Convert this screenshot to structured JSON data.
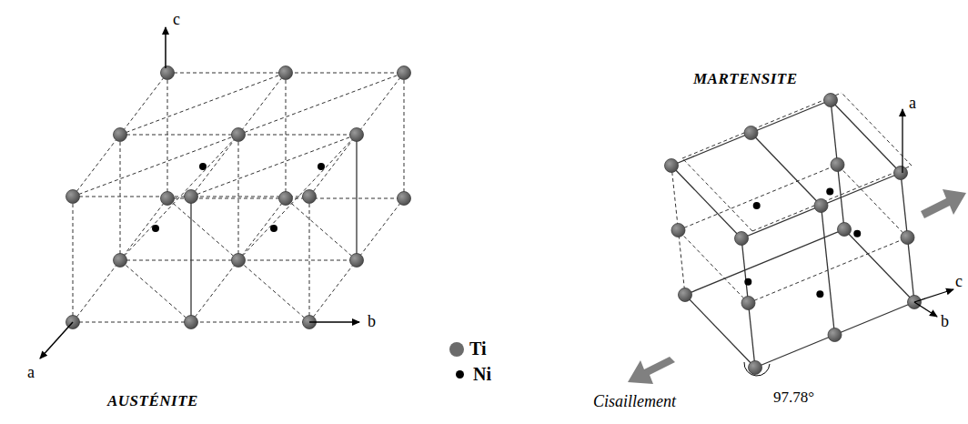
{
  "diagram": {
    "labels": [
      "c",
      "b",
      "a",
      "AUSTÉNITE",
      "MARTENSITE",
      "a",
      "c",
      "b",
      "Cisaillement",
      "97.78°"
    ],
    "legend": [
      {
        "text": "Ti",
        "color": "#6b6b6b"
      },
      {
        "text": "Ni",
        "color": "#000000"
      }
    ]
  }
}
